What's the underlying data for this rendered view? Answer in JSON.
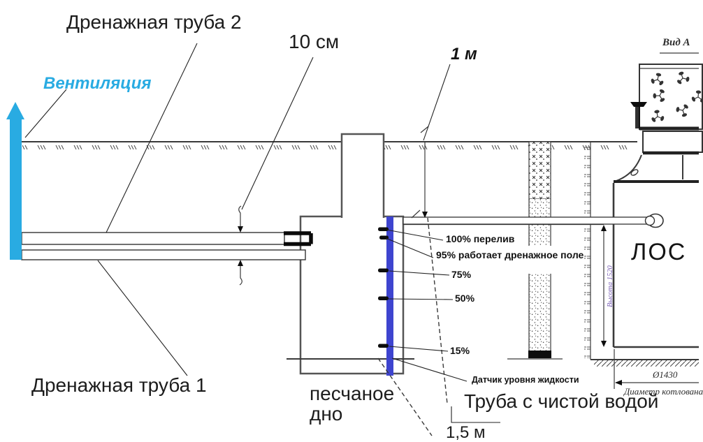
{
  "colors": {
    "vent": "#29abe2",
    "sensor": "#3e44cf",
    "dimtext": "#7a5fb5"
  },
  "labels": {
    "drain_pipe_2": "Дренажная труба 2",
    "offset_10cm": "10 см",
    "depth_1m": "1 м",
    "ventilation": "Вентиляция",
    "view_a": "Вид А",
    "drain_pipe_1": "Дренажная труба 1",
    "sand_bottom": "песчаное\nдно",
    "clean_water_pipe": "Труба с чистой водой",
    "depth_1_5m": "1,5 м",
    "los_tank": "ЛОС"
  },
  "sensor": {
    "title": "Датчик уровня жидкости",
    "levels": [
      {
        "percent": 100,
        "label": "100% перелив"
      },
      {
        "percent": 95,
        "label": "95% работает дренажное поле"
      },
      {
        "percent": 75,
        "label": "75%"
      },
      {
        "percent": 50,
        "label": "50%"
      },
      {
        "percent": 15,
        "label": "15%"
      }
    ]
  },
  "dimensions": {
    "height": "Высота 1520",
    "diameter_value": "Ø1430",
    "diameter_label": "Диаметр котлована"
  },
  "icons": {
    "vent_arrow": "up-arrow-icon",
    "fans": "propeller-icon"
  }
}
